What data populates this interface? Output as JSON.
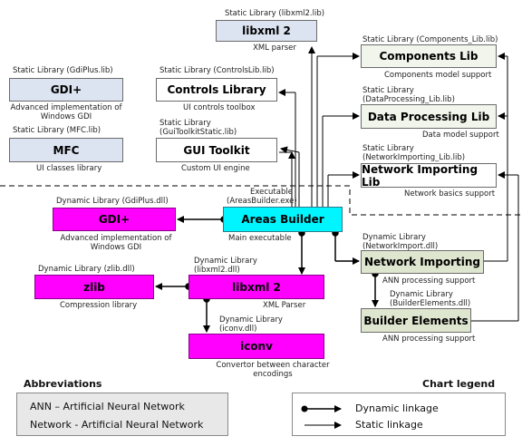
{
  "nodes": {
    "libxml2_static": {
      "type": "Static Library (libxml2.lib)",
      "name": "libxml 2",
      "desc": "XML parser"
    },
    "components_lib": {
      "type": "Static Library (Components_Lib.lib)",
      "name": "Components Lib",
      "desc": "Components model support"
    },
    "gdiplus_static": {
      "type": "Static Library (GdiPlus.lib)",
      "name": "GDI+",
      "desc_1": "Advanced implementation of",
      "desc_2": "Windows GDI"
    },
    "controls_library": {
      "type": "Static Library (ControlsLib.lib)",
      "name": "Controls Library",
      "desc": "UI controls toolbox"
    },
    "data_processing_lib": {
      "type_1": "Static Library",
      "type_2": "(DataProcessing_Lib.lib)",
      "name": "Data Processing Lib",
      "desc": "Data model support"
    },
    "mfc": {
      "type": "Static Library (MFC.lib)",
      "name": "MFC",
      "desc": "UI classes library"
    },
    "gui_toolkit": {
      "type_1": "Static Library",
      "type_2": "(GuiToolkitStatic.lib)",
      "name": "GUI Toolkit",
      "desc": "Custom UI engine"
    },
    "network_importing_lib": {
      "type_1": "Static Library",
      "type_2": "(NetworkImporting_Lib.lib)",
      "name": "Network Importing Lib",
      "desc": "Network basics support"
    },
    "gdiplus_dll": {
      "type": "Dynamic Library (GdiPlus.dll)",
      "name": "GDI+",
      "desc_1": "Advanced implementation of",
      "desc_2": "Windows GDI"
    },
    "areas_builder": {
      "type_1": "Executable",
      "type_2": "(AreasBuilder.exe)",
      "name": "Areas Builder",
      "desc": "Main executable"
    },
    "network_importing": {
      "type_1": "Dynamic Library",
      "type_2": "(NetworkImport.dll)",
      "name": "Network Importing",
      "desc": "ANN processing support"
    },
    "zlib": {
      "type": "Dynamic Library (zlib.dll)",
      "name": "zlib",
      "desc": "Compression library"
    },
    "libxml2_dll": {
      "type_1": "Dynamic Library",
      "type_2": "(libxml2.dll)",
      "name": "libxml 2",
      "desc": "XML Parser"
    },
    "builder_elements": {
      "type_1": "Dynamic Library",
      "type_2": "(BuilderElements.dll)",
      "name": "Builder Elements",
      "desc": "ANN processing support"
    },
    "iconv": {
      "type_1": "Dynamic Library",
      "type_2": "(iconv.dll)",
      "name": "iconv",
      "desc_1": "Convertor between character",
      "desc_2": "encodings"
    }
  },
  "abbreviations": {
    "heading": "Abbreviations",
    "items": [
      "ANN – Artificial Neural Network",
      "Network - Artificial Neural Network"
    ]
  },
  "legend": {
    "heading": "Chart legend",
    "dynamic": "Dynamic linkage",
    "static": "Static linkage"
  },
  "colors": {
    "static_blue": "#dce3f1",
    "dynamic_magenta": "#ff00ff",
    "executable_cyan": "#00f5ff",
    "dynamic_olive": "#dfe6cf"
  }
}
